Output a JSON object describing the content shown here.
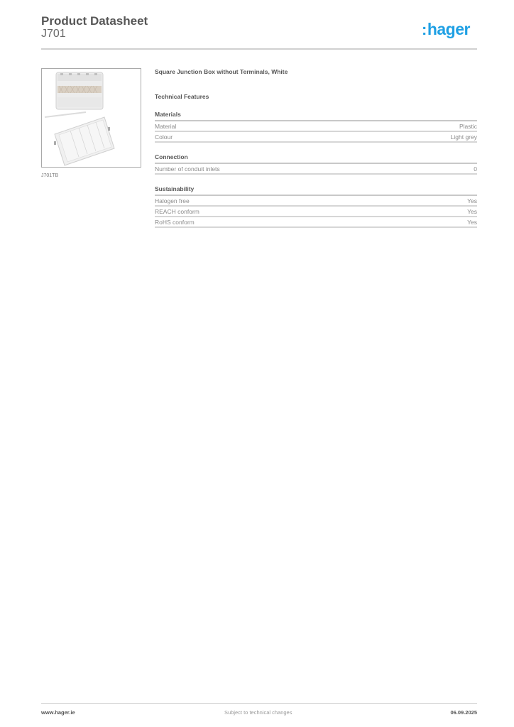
{
  "header": {
    "title": "Product Datasheet",
    "product_code": "J701",
    "logo_text": "hager",
    "logo_color": "#1fa0e4"
  },
  "product_image": {
    "caption": "J701TB"
  },
  "product": {
    "name": "Square Junction Box without Terminals, White",
    "section_title": "Technical Features",
    "groups": [
      {
        "title": "Materials",
        "rows": [
          {
            "label": "Material",
            "value": "Plastic"
          },
          {
            "label": "Colour",
            "value": "Light grey"
          }
        ]
      },
      {
        "title": "Connection",
        "rows": [
          {
            "label": "Number of conduit inlets",
            "value": "0"
          }
        ]
      },
      {
        "title": "Sustainability",
        "rows": [
          {
            "label": "Halogen free",
            "value": "Yes"
          },
          {
            "label": "REACH conform",
            "value": "Yes"
          },
          {
            "label": "RoHS conform",
            "value": "Yes"
          }
        ]
      }
    ]
  },
  "footer": {
    "website": "www.hager.ie",
    "notice": "Subject to technical changes",
    "date": "06.09.2025"
  }
}
